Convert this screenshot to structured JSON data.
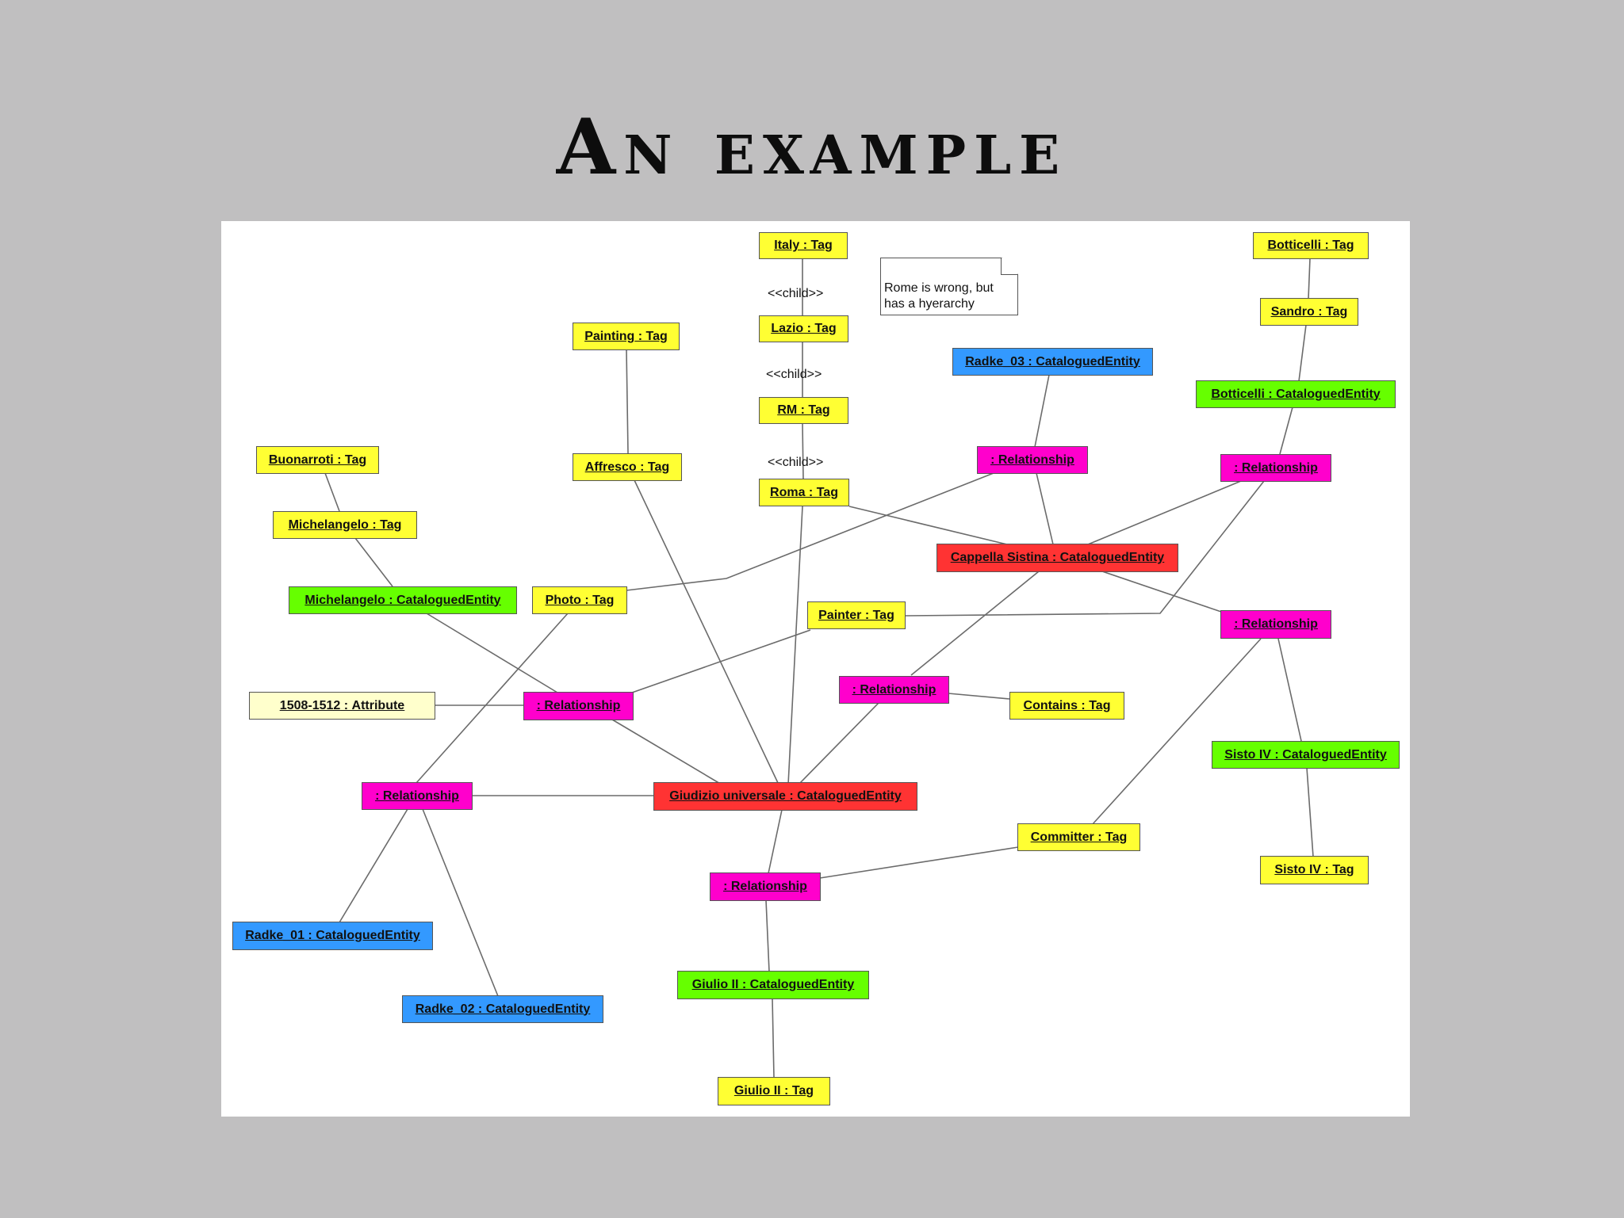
{
  "slide": {
    "title": "An example"
  },
  "note": {
    "line1": "Rome is wrong, but",
    "line2": "has a hyerarchy"
  },
  "stereotype": "<<child>>",
  "nodes": {
    "italy": {
      "name": "Italy",
      "type": "Tag"
    },
    "lazio": {
      "name": "Lazio",
      "type": "Tag"
    },
    "rm": {
      "name": "RM",
      "type": "Tag"
    },
    "roma": {
      "name": "Roma",
      "type": "Tag"
    },
    "painting": {
      "name": "Painting",
      "type": "Tag"
    },
    "affresco": {
      "name": "Affresco",
      "type": "Tag"
    },
    "buonarroti": {
      "name": "Buonarroti",
      "type": "Tag"
    },
    "michelangelo_tag": {
      "name": "Michelangelo",
      "type": "Tag"
    },
    "michelangelo_ent": {
      "name": "Michelangelo",
      "type": "CataloguedEntity"
    },
    "photo": {
      "name": "Photo",
      "type": "Tag"
    },
    "painter": {
      "name": "Painter",
      "type": "Tag"
    },
    "radke03": {
      "name": "Radke_03",
      "type": "CataloguedEntity"
    },
    "botticelli_tag": {
      "name": "Botticelli",
      "type": "Tag"
    },
    "sandro": {
      "name": "Sandro",
      "type": "Tag"
    },
    "botticelli_ent": {
      "name": "Botticelli ",
      "type": "CataloguedEntity"
    },
    "rel_top_mid": {
      "name": "",
      "type": "Relationship"
    },
    "rel_top_right": {
      "name": "",
      "type": "Relationship"
    },
    "cappella": {
      "name": "Cappella Sistina",
      "type": "CataloguedEntity"
    },
    "rel_right": {
      "name": "",
      "type": "Relationship"
    },
    "attr": {
      "name": "1508-1512",
      "type": "Attribute"
    },
    "rel_left_mid": {
      "name": "",
      "type": "Relationship"
    },
    "rel_center": {
      "name": "",
      "type": "Relationship"
    },
    "contains": {
      "name": "Contains",
      "type": "Tag"
    },
    "sisto_ent": {
      "name": "Sisto IV",
      "type": "CataloguedEntity"
    },
    "sisto_tag": {
      "name": "Sisto IV",
      "type": "Tag"
    },
    "rel_left": {
      "name": "",
      "type": "Relationship"
    },
    "giudizio": {
      "name": "Giudizio universale",
      "type": "CataloguedEntity"
    },
    "committer": {
      "name": "Committer",
      "type": "Tag"
    },
    "rel_bottom": {
      "name": "",
      "type": "Relationship"
    },
    "radke01": {
      "name": "Radke_01",
      "type": "CataloguedEntity"
    },
    "radke02": {
      "name": "Radke_02",
      "type": "CataloguedEntity"
    },
    "giulio_ent": {
      "name": "Giulio II",
      "type": "CataloguedEntity"
    },
    "giulio_tag": {
      "name": "Giulio II",
      "type": "Tag"
    }
  },
  "colors": {
    "slide_background": "#c0bfc0",
    "tag": "#ffff33",
    "catalogued_entity": "#66ff00",
    "relationship": "#ff00cc",
    "highlighted_entity": "#ff3333",
    "radke_entity": "#3399ff",
    "attribute": "#ffffcc"
  }
}
